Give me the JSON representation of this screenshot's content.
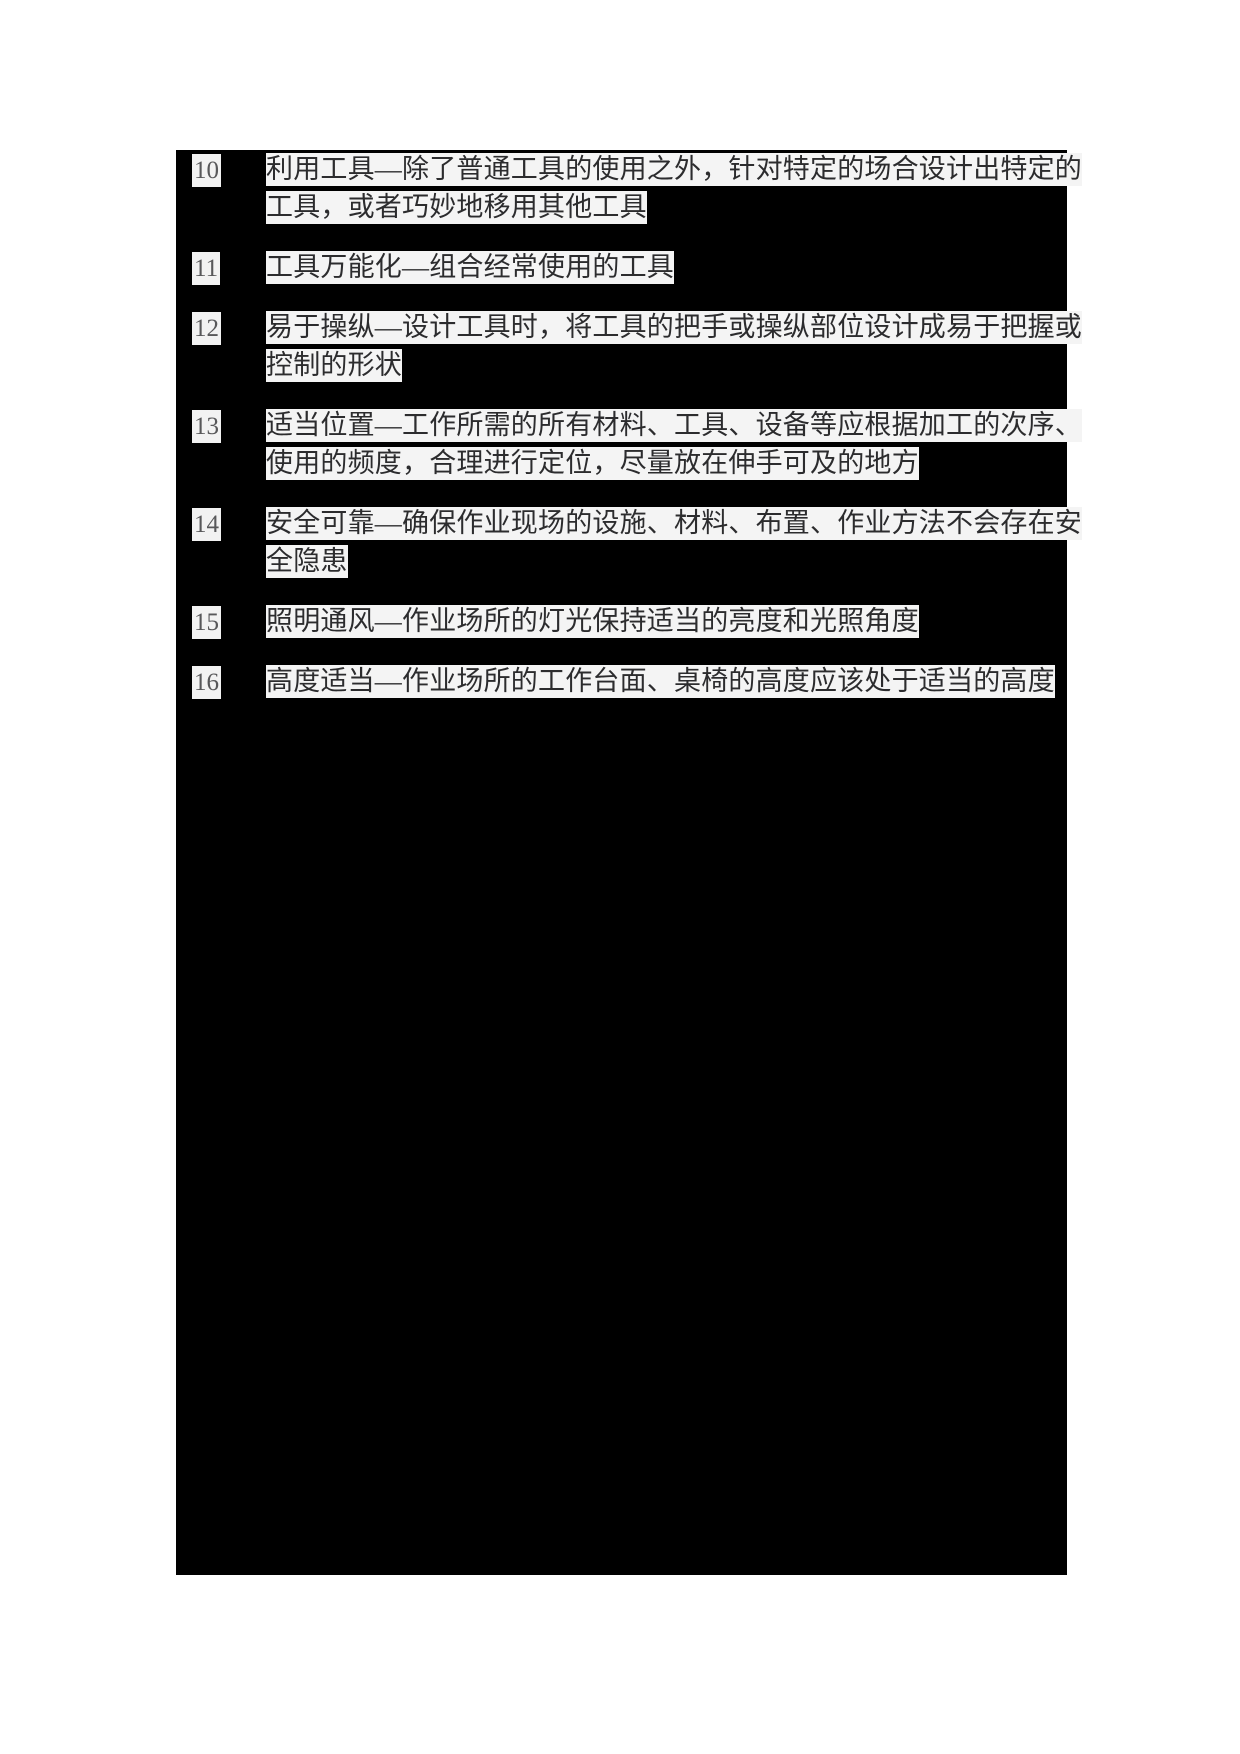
{
  "page": {
    "background_color": "#ffffff",
    "scan_block_color": "#000000",
    "highlight_color": "#f4f4f4",
    "text_color": "#2c2c2e"
  },
  "list": {
    "items": [
      {
        "number": "10",
        "lines": [
          "利用工具—除了普通工具的使用之外，针对特定的场合设计出特定的",
          "工具，或者巧妙地移用其他工具"
        ]
      },
      {
        "number": "11",
        "lines": [
          "工具万能化—组合经常使用的工具"
        ]
      },
      {
        "number": "12",
        "lines": [
          "易于操纵—设计工具时，将工具的把手或操纵部位设计成易于把握或",
          "控制的形状"
        ]
      },
      {
        "number": "13",
        "lines": [
          "适当位置—工作所需的所有材料、工具、设备等应根据加工的次序、",
          "使用的频度，合理进行定位，尽量放在伸手可及的地方"
        ]
      },
      {
        "number": "14",
        "lines": [
          "安全可靠—确保作业现场的设施、材料、布置、作业方法不会存在安",
          "全隐患"
        ]
      },
      {
        "number": "15",
        "lines": [
          "照明通风—作业场所的灯光保持适当的亮度和光照角度"
        ]
      },
      {
        "number": "16",
        "lines": [
          "高度适当—作业场所的工作台面、桌椅的高度应该处于适当的高度"
        ]
      }
    ]
  }
}
